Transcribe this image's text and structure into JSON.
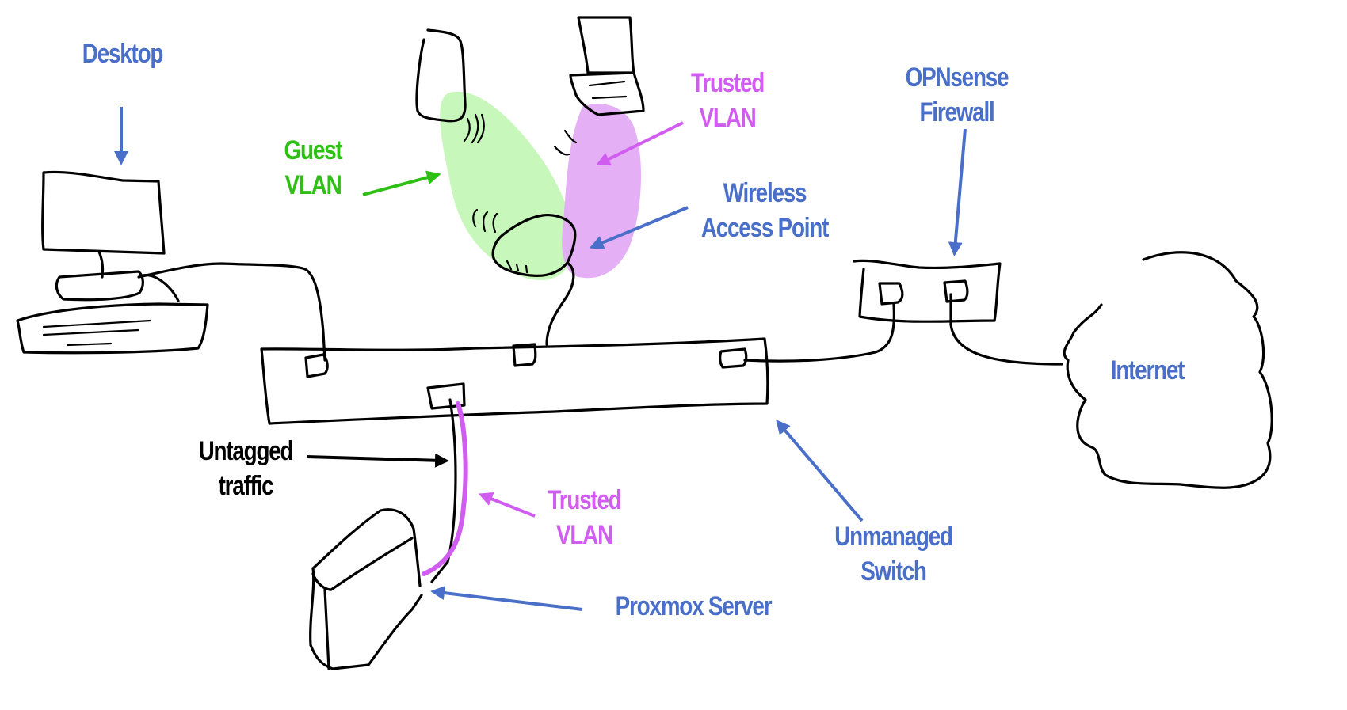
{
  "colors": {
    "blue": "#4a6fc9",
    "green": "#2ec014",
    "magenta": "#d05df0",
    "black": "#000000",
    "green_fill": "#c8f7bc",
    "magenta_fill": "#e3a8f5"
  },
  "labels": {
    "desktop": [
      "Desktop"
    ],
    "guest_vlan": [
      "Guest",
      "VLAN"
    ],
    "trusted_vlan_wifi": [
      "Trusted",
      "VLAN"
    ],
    "wireless_ap": [
      "Wireless",
      "Access Point"
    ],
    "opnsense": [
      "OPNsense",
      "Firewall"
    ],
    "internet": [
      "Internet"
    ],
    "untagged": [
      "Untagged",
      "traffic"
    ],
    "trusted_vlan_server": [
      "Trusted",
      "VLAN"
    ],
    "unmanaged_switch": [
      "Unmanaged",
      "Switch"
    ],
    "proxmox": [
      "Proxmox Server"
    ]
  },
  "nodes": [
    {
      "id": "desktop",
      "label": "Desktop"
    },
    {
      "id": "phone",
      "label": ""
    },
    {
      "id": "laptop",
      "label": ""
    },
    {
      "id": "wireless_ap",
      "label": "Wireless Access Point"
    },
    {
      "id": "switch",
      "label": "Unmanaged Switch"
    },
    {
      "id": "firewall",
      "label": "OPNsense Firewall"
    },
    {
      "id": "internet",
      "label": "Internet"
    },
    {
      "id": "proxmox",
      "label": "Proxmox Server"
    }
  ],
  "edges": [
    {
      "from": "desktop",
      "to": "switch"
    },
    {
      "from": "wireless_ap",
      "to": "switch"
    },
    {
      "from": "switch",
      "to": "firewall"
    },
    {
      "from": "firewall",
      "to": "internet"
    },
    {
      "from": "proxmox",
      "to": "switch",
      "annotations": [
        "Untagged traffic",
        "Trusted VLAN"
      ]
    }
  ]
}
